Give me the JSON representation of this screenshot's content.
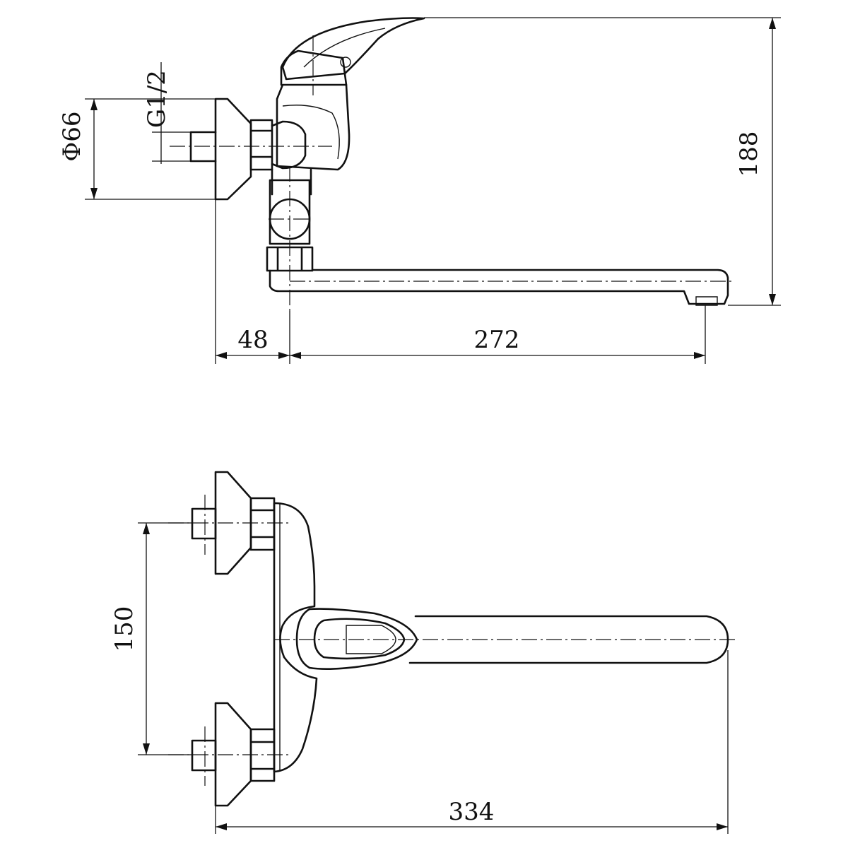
{
  "dimensions": {
    "thread": "G1/2",
    "flange_diameter": "Φ66",
    "height": "188",
    "wall_offset": "48",
    "spout_reach": "272",
    "center_distance": "150",
    "overall_length": "334"
  }
}
